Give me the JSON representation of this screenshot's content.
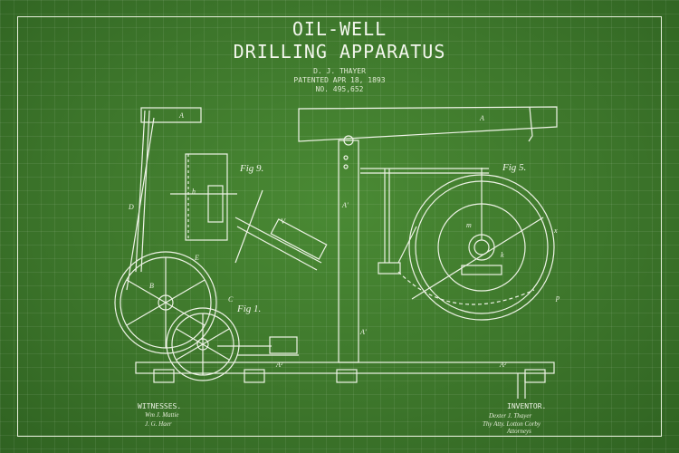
{
  "patent": {
    "title_line1": "OIL-WELL",
    "title_line2": "DRILLING APPARATUS",
    "inventor_name": "D. J. THAYER",
    "patented": "PATENTED APR 18, 1893",
    "number": "NO. 495,652"
  },
  "figures": {
    "fig9": "Fig 9.",
    "fig5": "Fig 5.",
    "fig1": "Fig 1."
  },
  "labels": {
    "A_top": "A",
    "A_beam": "A",
    "A_post": "A'",
    "A_post2": "A'",
    "A_base": "A²",
    "A_base2": "A²",
    "D": "D",
    "E": "E",
    "V": "V",
    "x": "x",
    "p": "p",
    "m": "m",
    "h": "h",
    "k": "k",
    "C": "C",
    "B": "B"
  },
  "footer": {
    "witnesses_label": "WITNESSES.",
    "inventor_label": "INVENTOR.",
    "witness_sig1": "Wm J. Mattie",
    "witness_sig2": "J. G. Haer",
    "inventor_sig1": "Dexter J. Thayer",
    "inventor_sig2": "Thy Atty. Lotton Corby",
    "inventor_sig3": "Attorneys"
  },
  "colors": {
    "background": "#3f7a2c",
    "ink": "#eef3e6"
  }
}
